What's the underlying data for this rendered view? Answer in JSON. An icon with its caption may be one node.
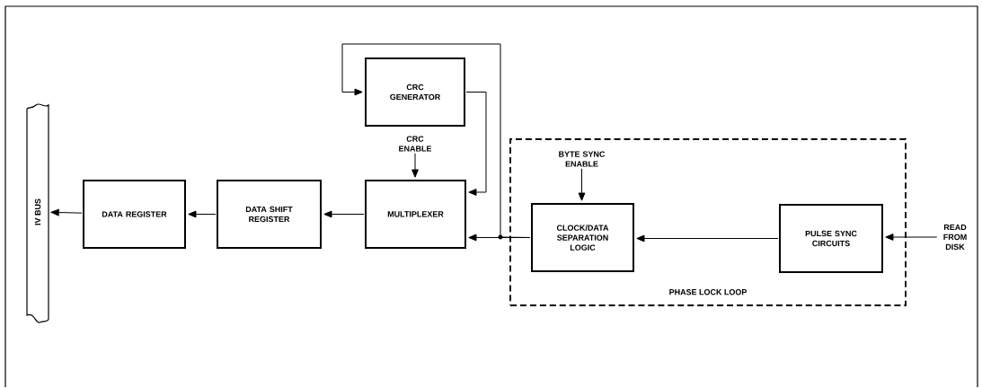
{
  "diagram": {
    "nodes": [
      {
        "text": [
          "IV BUS"
        ]
      },
      {
        "text": [
          "DATA REGISTER"
        ]
      },
      {
        "text": [
          "DATA SHIFT REGISTER"
        ]
      },
      {
        "text": [
          "MULTIPLEXER"
        ]
      },
      {
        "text": [
          "CRC GENERATOR"
        ]
      },
      {
        "text": [
          "CRC ENABLE"
        ]
      },
      {
        "text": [
          "PHASE LOCK LOOP"
        ]
      },
      {
        "text": [
          "BYTE SYNC ENABLE"
        ],
        "in": 6
      },
      {
        "text": [
          "CLOCK/DATA SEPARATION LOGIC"
        ],
        "in": 6
      },
      {
        "text": [
          "PULSE SYNC CIRCUITS"
        ],
        "in": 6
      },
      {
        "text": [
          "READ FROM DISK"
        ]
      }
    ],
    "edges": [
      {
        "from": 1,
        "to": 0,
        "arrow": "to"
      },
      {
        "from": 2,
        "to": 1,
        "arrow": "to"
      },
      {
        "from": 3,
        "to": 2,
        "arrow": "to"
      },
      {
        "from": 5,
        "to": 3,
        "arrow": "to"
      },
      {
        "from": 4,
        "to": 3,
        "arrow": "to"
      },
      {
        "from": 8,
        "to": 3,
        "arrow": "to"
      },
      {
        "from": 8,
        "to": 4,
        "arrow": "to"
      },
      {
        "from": 7,
        "to": 8,
        "arrow": "to"
      },
      {
        "from": 9,
        "to": 8,
        "arrow": "to"
      },
      {
        "from": 10,
        "to": 9,
        "arrow": "to"
      }
    ]
  }
}
